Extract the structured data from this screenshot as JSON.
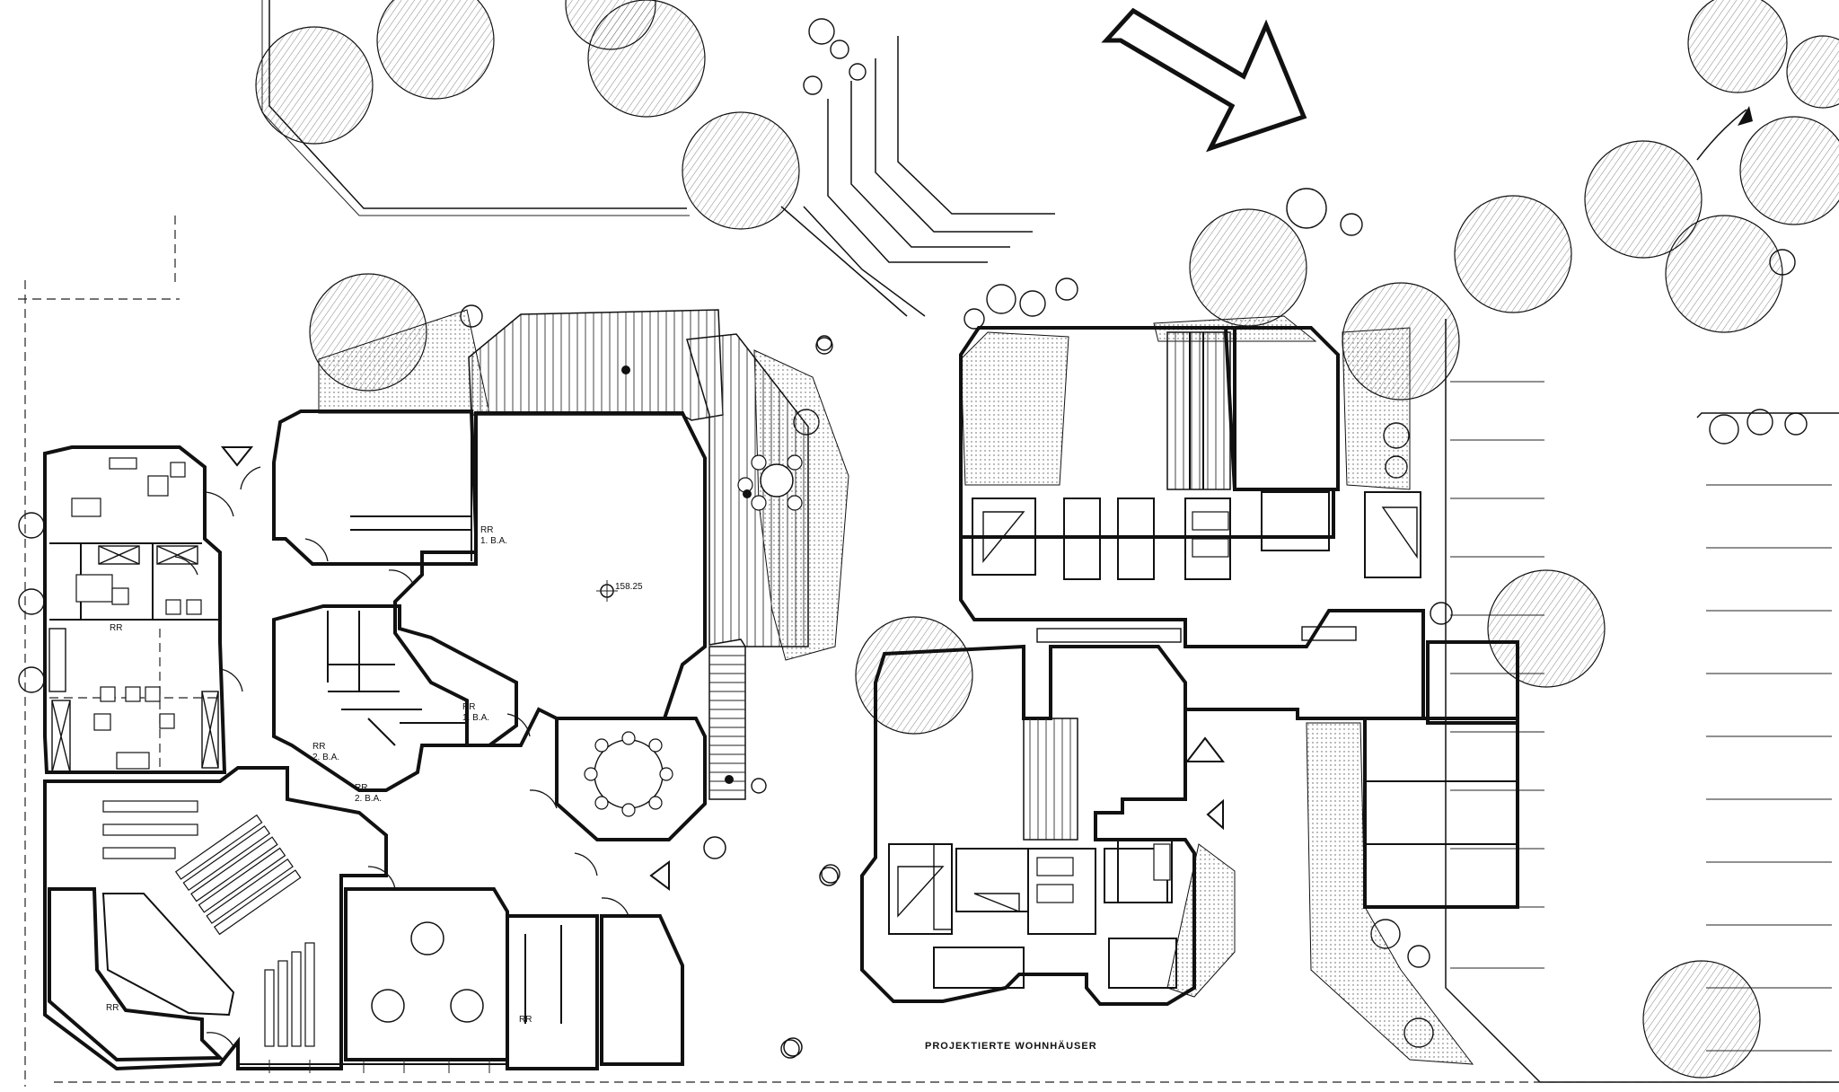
{
  "labels": {
    "rr_1ba": {
      "line1": "RR",
      "line2": "1. B.A."
    },
    "rr_a": "RR",
    "rr_1ba_small": {
      "line1": "RR",
      "line2": "1. B.A."
    },
    "rr_2ba_a": {
      "line1": "RR",
      "line2": "2. B.A."
    },
    "rr_2ba_b": {
      "line1": "RR",
      "line2": "2. B.A."
    },
    "rr_b": "RR",
    "rr_c": "RR",
    "elevation": "158.25",
    "caption": "PROJEKTIERTE WOHNHÄUSER"
  }
}
